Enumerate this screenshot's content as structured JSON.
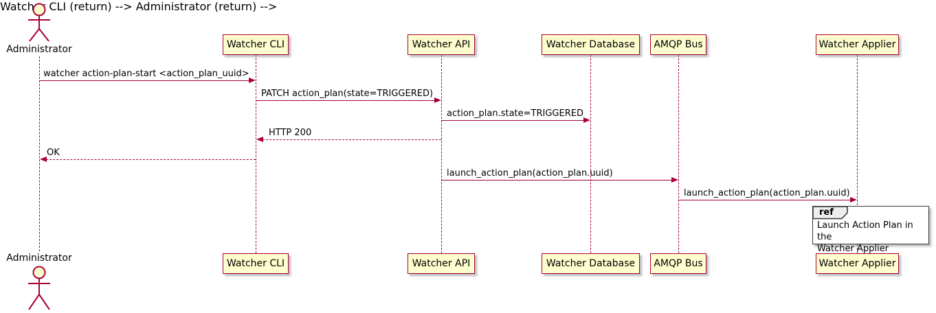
{
  "diagram": {
    "type": "uml-sequence",
    "actor": {
      "name": "Administrator"
    },
    "participants": [
      {
        "label": "Watcher CLI"
      },
      {
        "label": "Watcher API"
      },
      {
        "label": "Watcher Database"
      },
      {
        "label": "AMQP Bus"
      },
      {
        "label": "Watcher Applier"
      }
    ],
    "messages": [
      {
        "text": "watcher action-plan-start <action_plan_uuid>",
        "from": "Administrator",
        "to": "Watcher CLI",
        "line": "solid"
      },
      {
        "text": "PATCH action_plan(state=TRIGGERED)",
        "from": "Watcher CLI",
        "to": "Watcher API",
        "line": "solid"
      },
      {
        "text": "action_plan.state=TRIGGERED",
        "from": "Watcher API",
        "to": "Watcher Database",
        "line": "solid"
      },
      {
        "text": "HTTP 200",
        "from": "Watcher API",
        "to": "Watcher CLI",
        "line": "dashed"
      },
      {
        "text": "OK",
        "from": "Watcher CLI",
        "to": "Administrator",
        "line": "dashed"
      },
      {
        "text": "launch_action_plan(action_plan.uuid)",
        "from": "Watcher API",
        "to": "AMQP Bus",
        "line": "solid"
      },
      {
        "text": "launch_action_plan(action_plan.uuid)",
        "from": "AMQP Bus",
        "to": "Watcher Applier",
        "line": "solid"
      }
    ],
    "ref": {
      "keyword": "ref",
      "over": "Watcher Applier",
      "line1": "Launch Action Plan in the",
      "line2": "Watcher Applier"
    },
    "colors": {
      "line": "#A80036",
      "participant_fill": "#FEFECE",
      "ref_border": "#383838",
      "ref_tab_fill": "#EEEEEE",
      "text": "#000000"
    }
  }
}
